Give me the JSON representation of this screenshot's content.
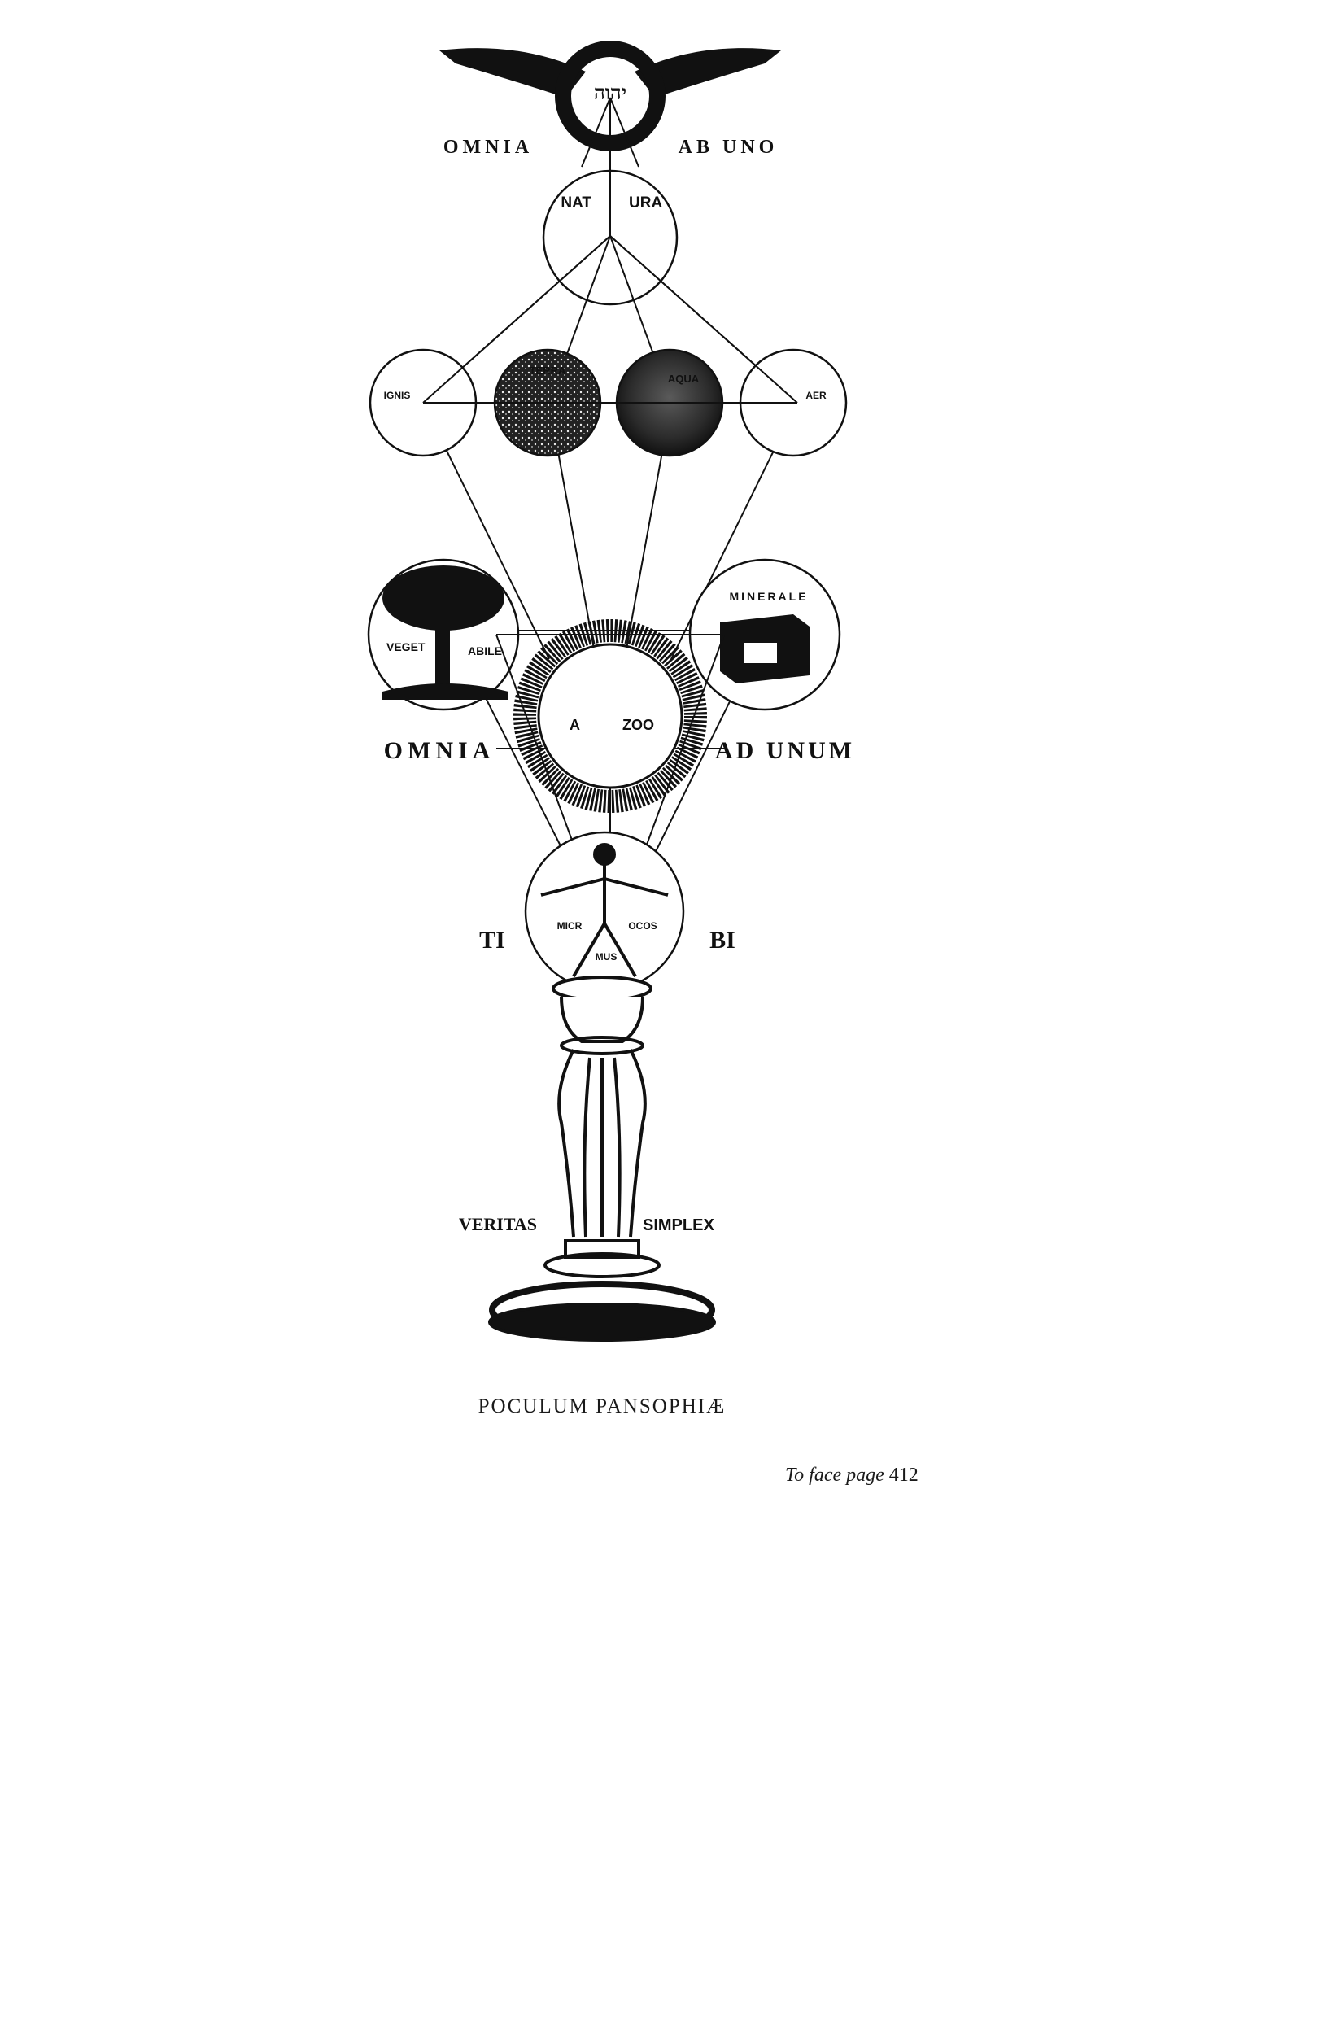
{
  "plate": {
    "top_circle_text": "יהוה",
    "motto_top_left": "OMNIA",
    "motto_top_right": "AB UNO",
    "natura": {
      "left": "NAT",
      "right": "URA"
    },
    "elements": [
      "IGNIS",
      "TERRA",
      "AQUA",
      "AER"
    ],
    "vegetabile": {
      "left": "VEGET",
      "right": "ABILE"
    },
    "minerale": "MINERALE",
    "animal": {
      "left": "A",
      "right": "ZOO"
    },
    "motto_mid_left": "OMNIA",
    "motto_mid_right": "AD UNUM",
    "microcosmos": {
      "left": "MICR",
      "right": "OCOS",
      "bottom": "MUS"
    },
    "tibi": {
      "left": "TI",
      "right": "BI"
    },
    "stem": {
      "left": "VERITAS",
      "right": "SIMPLEX"
    }
  },
  "caption": "POCULUM PANSOPHIÆ",
  "face_page": {
    "prefix": "To face page",
    "number": "412"
  },
  "colors": {
    "ink": "#111111",
    "paper": "#ffffff"
  }
}
